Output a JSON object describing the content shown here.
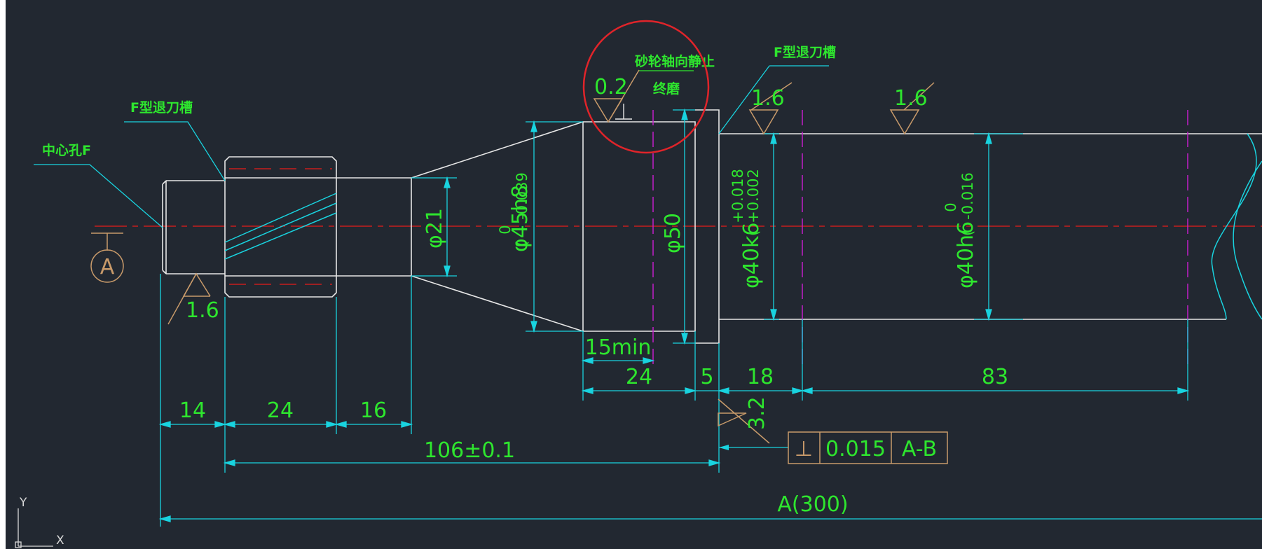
{
  "canvas": {
    "background": "#222831"
  },
  "colors": {
    "outline": "#e6e6e6",
    "dimension": "#19d3df",
    "text": "#2ee62e",
    "centerline": "#c81e1e",
    "phantom": "#c21fc9",
    "symbol": "#c89a6a",
    "markup_circle": "#e0242a"
  },
  "labels": {
    "center_hole": "中心孔F",
    "groove_left": "F型退刀槽",
    "groove_right": "F型退刀槽",
    "grinding_note": "砂轮轴向静止",
    "final_grind": "终磨",
    "datum": "A"
  },
  "roughness": {
    "r_left": "1.6",
    "r_mid": "1.6",
    "r_right": "1.6",
    "r_face": "0.2",
    "r_shoulder": "3.2"
  },
  "diameters": {
    "d21": "φ21",
    "d45": "φ45h8",
    "d45_upper": "0",
    "d45_lower": "-0.039",
    "d50": "φ50",
    "d40a": "φ40k6",
    "d40a_upper": "+0.018",
    "d40a_lower": "+0.002",
    "d40b": "φ40h6",
    "d40b_upper": "0",
    "d40b_lower": "-0.016"
  },
  "lengths": {
    "l14": "14",
    "l24a": "24",
    "l16": "16",
    "l15min": "15min",
    "l24b": "24",
    "l5": "5",
    "l18": "18",
    "l83": "83",
    "l106": "106±0.1",
    "total": "A(300)"
  },
  "tolerance_frame": {
    "symbol": "⊥",
    "value": "0.015",
    "datum": "A-B"
  },
  "ucs": {
    "x_label": "X",
    "y_label": "Y"
  }
}
